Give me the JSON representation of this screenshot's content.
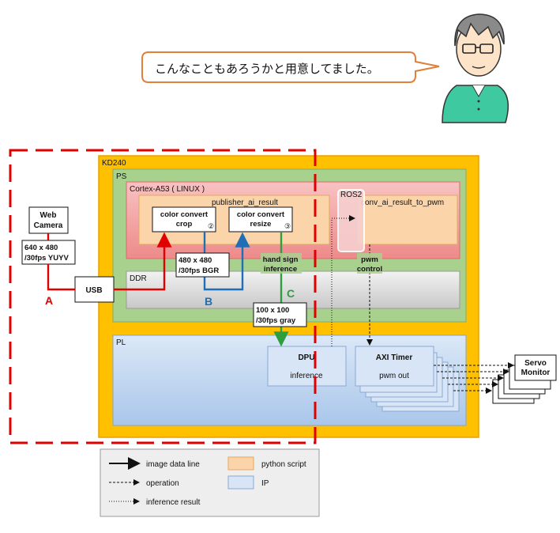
{
  "speech": {
    "text": "こんなこともあろうかと用意してました。"
  },
  "colors": {
    "kd_fill": "#ffc000",
    "kd_stroke": "#e8a000",
    "ps_fill": "#a9d18e",
    "cortex_fill": "#f4a6a6",
    "py_fill": "#fbd5a9",
    "ddr_fill": "#d9d9d9",
    "pl_fill": "#c5d9f1",
    "red": "#e00000",
    "blue": "#1f6fb6",
    "green": "#2e9e3e"
  },
  "labels": {
    "kd": "KD240",
    "ps": "PS",
    "cortex": "Cortex-A53 ( LINUX )",
    "publisher": "publisher_ai_result",
    "ros2": "ROS2",
    "conv": "conv_ai_result_to_pwm",
    "ddr": "DDR",
    "pl": "PL",
    "webcam": [
      "Web",
      "Camera"
    ],
    "res640": [
      "640 x 480",
      "/30fps YUYV"
    ],
    "usb": "USB",
    "crop": [
      "color convert",
      "crop"
    ],
    "crop_num": "②",
    "resize": [
      "color convert",
      "resize"
    ],
    "resize_num": "③",
    "res480": [
      "480 x 480",
      "/30fps BGR"
    ],
    "hand": [
      "hand sign",
      "inference"
    ],
    "res100": [
      "100 x 100",
      "/30fps gray"
    ],
    "pwm": [
      "pwm",
      "control"
    ],
    "dpu": "DPU",
    "dpu_sub": "inference",
    "axi": "AXI Timer",
    "axi_sub": "pwm out",
    "servo": [
      "Servo",
      "Monitor"
    ],
    "A": "A",
    "B": "B",
    "C": "C"
  },
  "legend": {
    "image_line": "image data line",
    "operation": "operation",
    "inference": "inference result",
    "python": "python script",
    "ip": "IP"
  }
}
